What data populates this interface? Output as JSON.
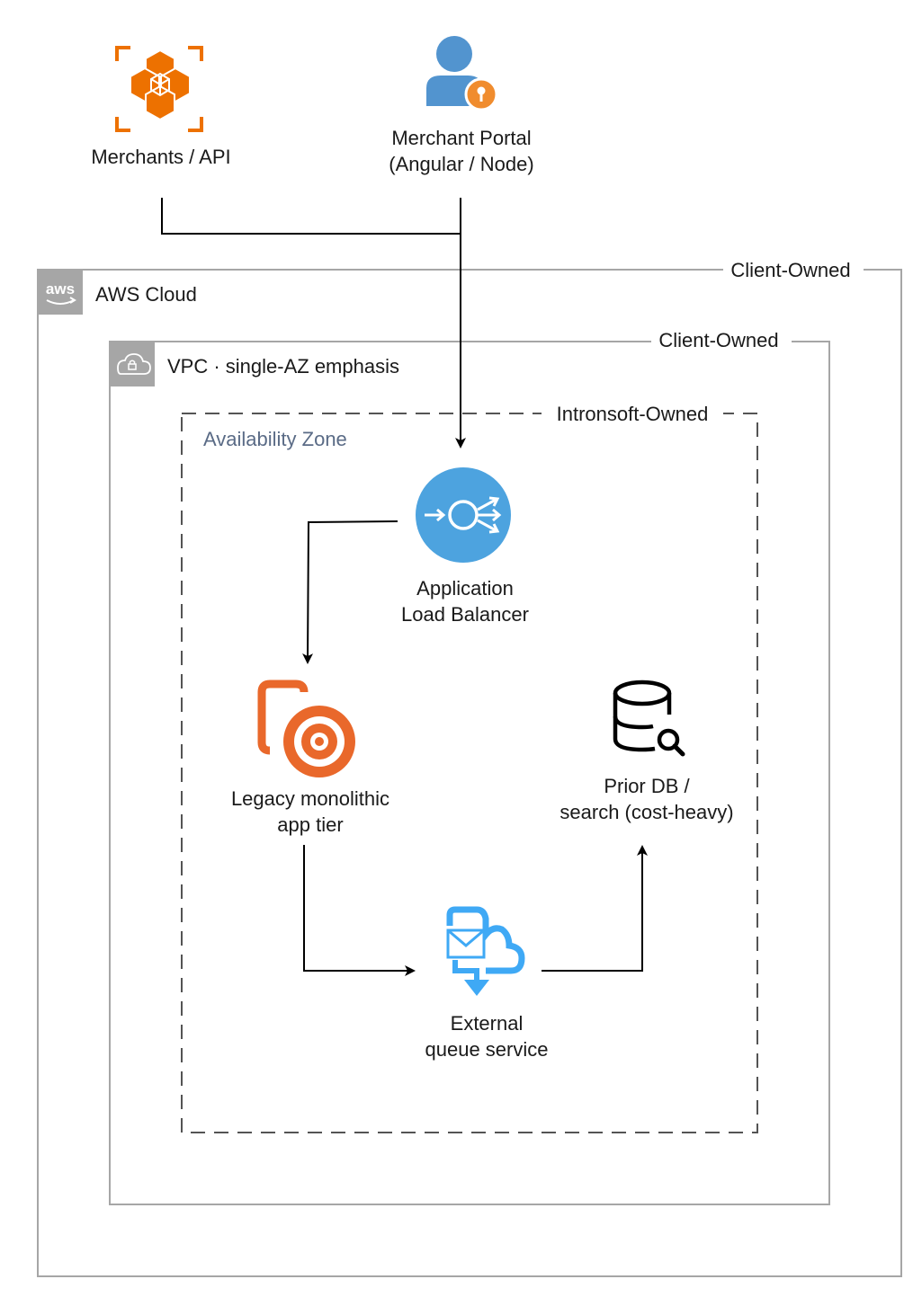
{
  "groups": {
    "aws_cloud": {
      "label": "AWS Cloud",
      "owner": "Client-Owned",
      "icon": "aws-logo-icon"
    },
    "vpc": {
      "label": "VPC · single-AZ emphasis",
      "owner": "Client-Owned",
      "icon": "cloud-lock-icon"
    },
    "az": {
      "label": "Availability Zone",
      "owner": "Intronsoft-Owned"
    }
  },
  "nodes": {
    "merchants_api": {
      "line1": "Merchants / API",
      "icon": "api-gateway-icon",
      "color": "#ED7100"
    },
    "merchant_portal": {
      "line1": "Merchant Portal",
      "line2": "(Angular / Node)",
      "icon": "user-key-icon",
      "color": "#5294CF"
    },
    "alb": {
      "line1": "Application",
      "line2": "Load Balancer",
      "icon": "load-balancer-icon",
      "color": "#4DA3DF"
    },
    "app_tier": {
      "line1": "Legacy monolithic",
      "line2": "app tier",
      "icon": "app-target-icon",
      "color": "#E9682B"
    },
    "prior_db": {
      "line1": "Prior DB /",
      "line2": "search (cost-heavy)",
      "icon": "database-search-icon",
      "color": "#000000"
    },
    "queue": {
      "line1": "External",
      "line2": "queue service",
      "icon": "queue-service-icon",
      "color": "#3FA9F5"
    }
  }
}
